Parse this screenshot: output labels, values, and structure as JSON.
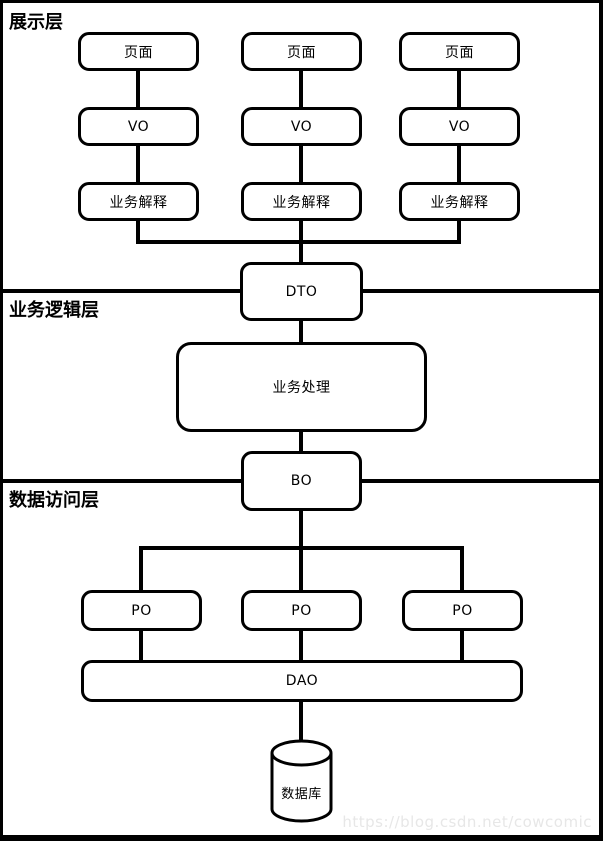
{
  "colors": {
    "ink": "#000000",
    "background": "#ffffff",
    "watermark": "#e7e7e7"
  },
  "layers": {
    "presentation": {
      "label": "展示层"
    },
    "business_logic": {
      "label": "业务逻辑层"
    },
    "data_access": {
      "label": "数据访问层"
    }
  },
  "nodes": {
    "columns": [
      {
        "page": "页面",
        "vo": "VO",
        "interpret": "业务解释"
      },
      {
        "page": "页面",
        "vo": "VO",
        "interpret": "业务解释"
      },
      {
        "page": "页面",
        "vo": "VO",
        "interpret": "业务解释"
      }
    ],
    "dto": "DTO",
    "business_process": "业务处理",
    "bo": "BO",
    "po": [
      "PO",
      "PO",
      "PO"
    ],
    "dao": "DAO",
    "database": "数据库"
  },
  "watermark": "https://blog.csdn.net/cowcomic"
}
